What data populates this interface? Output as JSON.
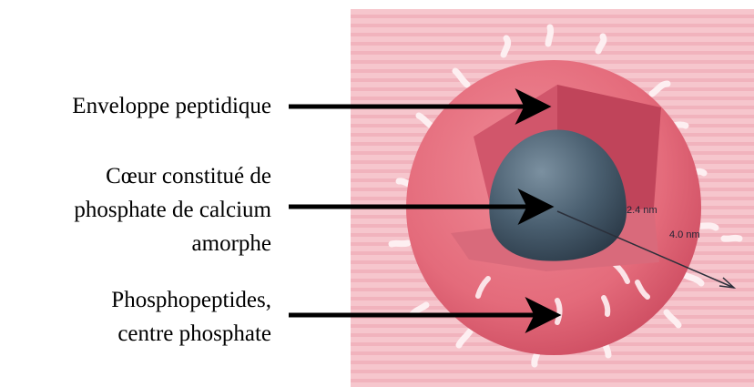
{
  "labels": {
    "envelope": "Enveloppe peptidique",
    "core": "Cœur constitué de\nphosphate de calcium\namorphe",
    "phosphopeptides": "Phosphopeptides,\ncentre phosphate"
  },
  "measurements": {
    "inner_radius": "2.4 nm",
    "outer_radius": "4.0 nm"
  },
  "colors": {
    "background_panel": "#f6c6cd",
    "sphere": "#e8717f",
    "cutaway_wall": "#c0445a",
    "core": "#3f5466",
    "arrows": "#000000"
  }
}
